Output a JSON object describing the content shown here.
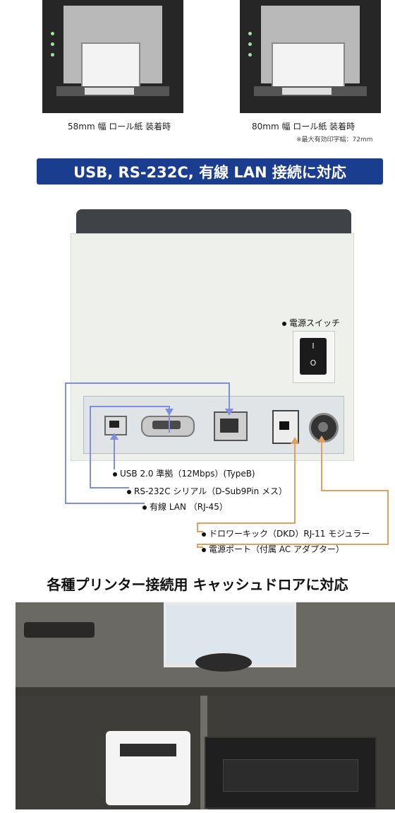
{
  "top_photos": [
    {
      "caption": "58mm 幅 ロール紙 装着時"
    },
    {
      "caption": "80mm 幅 ロール紙 装着時",
      "note": "※最大有効印字幅：72mm"
    }
  ],
  "banner": {
    "text": "USB, RS-232C, 有線 LAN 接続に対応"
  },
  "printer_back": {
    "power_switch_label": "電源スイッチ",
    "switch_symbol_on": "I",
    "switch_symbol_off": "O",
    "callouts": [
      "USB 2.0 準拠（12Mbps）(TypeB)",
      "RS-232C シリアル（D-Sub9Pin メス）",
      "有線 LAN （RJ-45）",
      "ドロワーキック（DKD）RJ-11 モジュラー",
      "電源ポート（付属 AC アダプター）"
    ],
    "line_colors": {
      "blue": "#7f8fe0",
      "orange": "#e0a060"
    }
  },
  "heading2": {
    "text": "各種プリンター接続用 キャッシュドロアに対応"
  }
}
